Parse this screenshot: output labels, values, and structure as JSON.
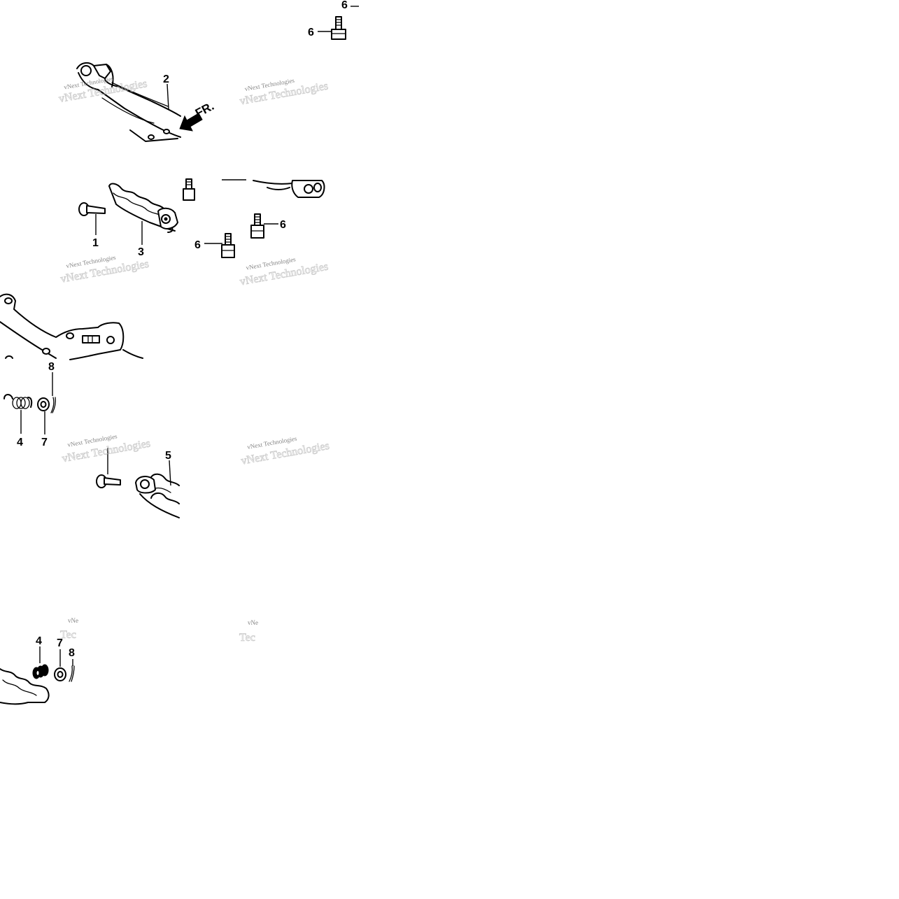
{
  "callouts": [
    "1",
    "2",
    "3",
    "4",
    "5",
    "6",
    "7",
    "8"
  ],
  "direction_label": "FR.",
  "watermark": {
    "text": "vNext Technologies",
    "fragment_short": "vNe",
    "fragment_tech": "Tec"
  }
}
